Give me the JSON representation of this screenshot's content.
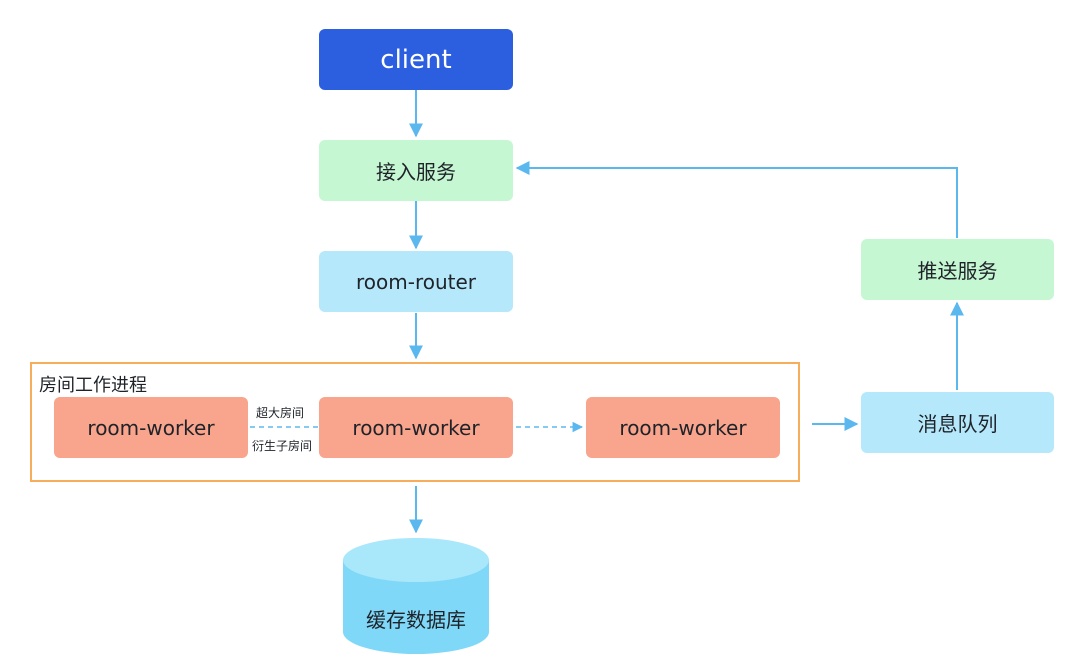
{
  "nodes": {
    "client": "client",
    "access": "接入服务",
    "router": "room-router",
    "worker_left": "room-worker",
    "worker_center": "room-worker",
    "worker_right": "room-worker",
    "push": "推送服务",
    "queue": "消息队列",
    "cache": "缓存数据库"
  },
  "group_label": "房间工作进程",
  "edge_labels": {
    "super_room": "超大房间",
    "derived_room": "衍生子房间"
  },
  "colors": {
    "client": "#2b5fe0",
    "service": "#c6f7d3",
    "router_queue": "#b5e8fb",
    "worker": "#f9a48c",
    "arrow": "#5bb8ef",
    "group_border": "#f7ad5a"
  }
}
